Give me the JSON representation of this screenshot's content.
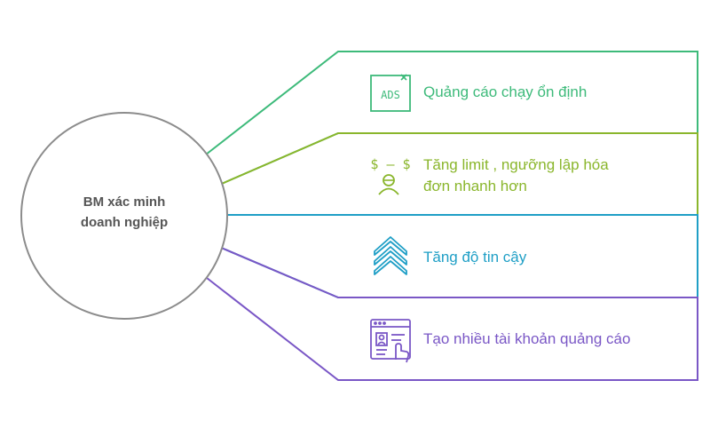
{
  "center": {
    "line1": "BM xác minh",
    "line2": "doanh nghiệp"
  },
  "branches": [
    {
      "label": "Quảng cáo chạy ổn định",
      "icon": "ads-icon",
      "color": "#3dba7a"
    },
    {
      "label_line1": "Tăng limit , ngưỡng lập hóa",
      "label_line2": "đơn nhanh hơn",
      "icon": "money-person-icon",
      "color": "#8ab62c"
    },
    {
      "label": "Tăng độ tin cậy",
      "icon": "chevrons-up-icon",
      "color": "#1f9fc6"
    },
    {
      "label": "Tạo nhiều tài khoản quảng cáo",
      "icon": "browser-account-icon",
      "color": "#7a57c6"
    }
  ],
  "icon_text": {
    "ads": "ADS",
    "money": "$ – $"
  }
}
